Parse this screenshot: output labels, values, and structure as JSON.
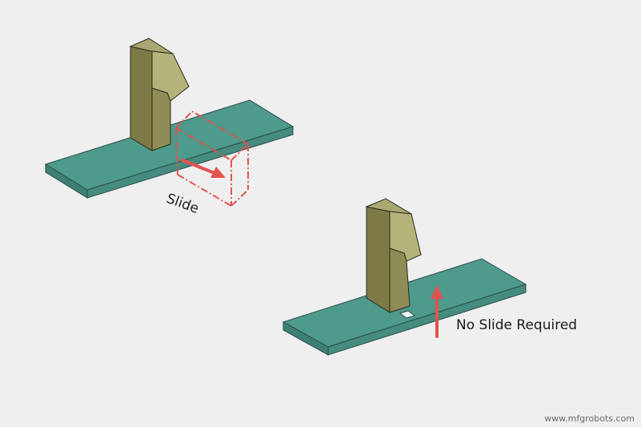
{
  "annotations": {
    "slide_label": "Slide",
    "no_slide_label": "No Slide Required"
  },
  "watermark": "www.mfgrobots.com",
  "colors": {
    "background": "#efefef",
    "plate_top": "#4e9a8c",
    "plate_side": "#3d7f73",
    "plate_edge": "#2f6a60",
    "hook_front": "#7d7a48",
    "hook_top": "#b4b47a",
    "hook_side": "#a2a06a",
    "outline": "#2a2a1a",
    "slide_indicator": "#e3534e"
  }
}
